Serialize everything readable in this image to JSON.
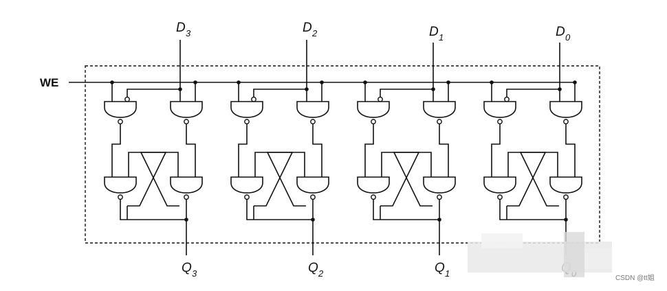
{
  "signals": {
    "write_enable": "WE",
    "inputs": [
      {
        "name": "D",
        "index": "3"
      },
      {
        "name": "D",
        "index": "2"
      },
      {
        "name": "D",
        "index": "1"
      },
      {
        "name": "D",
        "index": "0"
      }
    ],
    "outputs": [
      {
        "name": "Q",
        "index": "3"
      },
      {
        "name": "Q",
        "index": "2"
      },
      {
        "name": "Q",
        "index": "1"
      },
      {
        "name": "Q",
        "index": "0"
      }
    ]
  },
  "watermark": "CSDN @tt姐"
}
